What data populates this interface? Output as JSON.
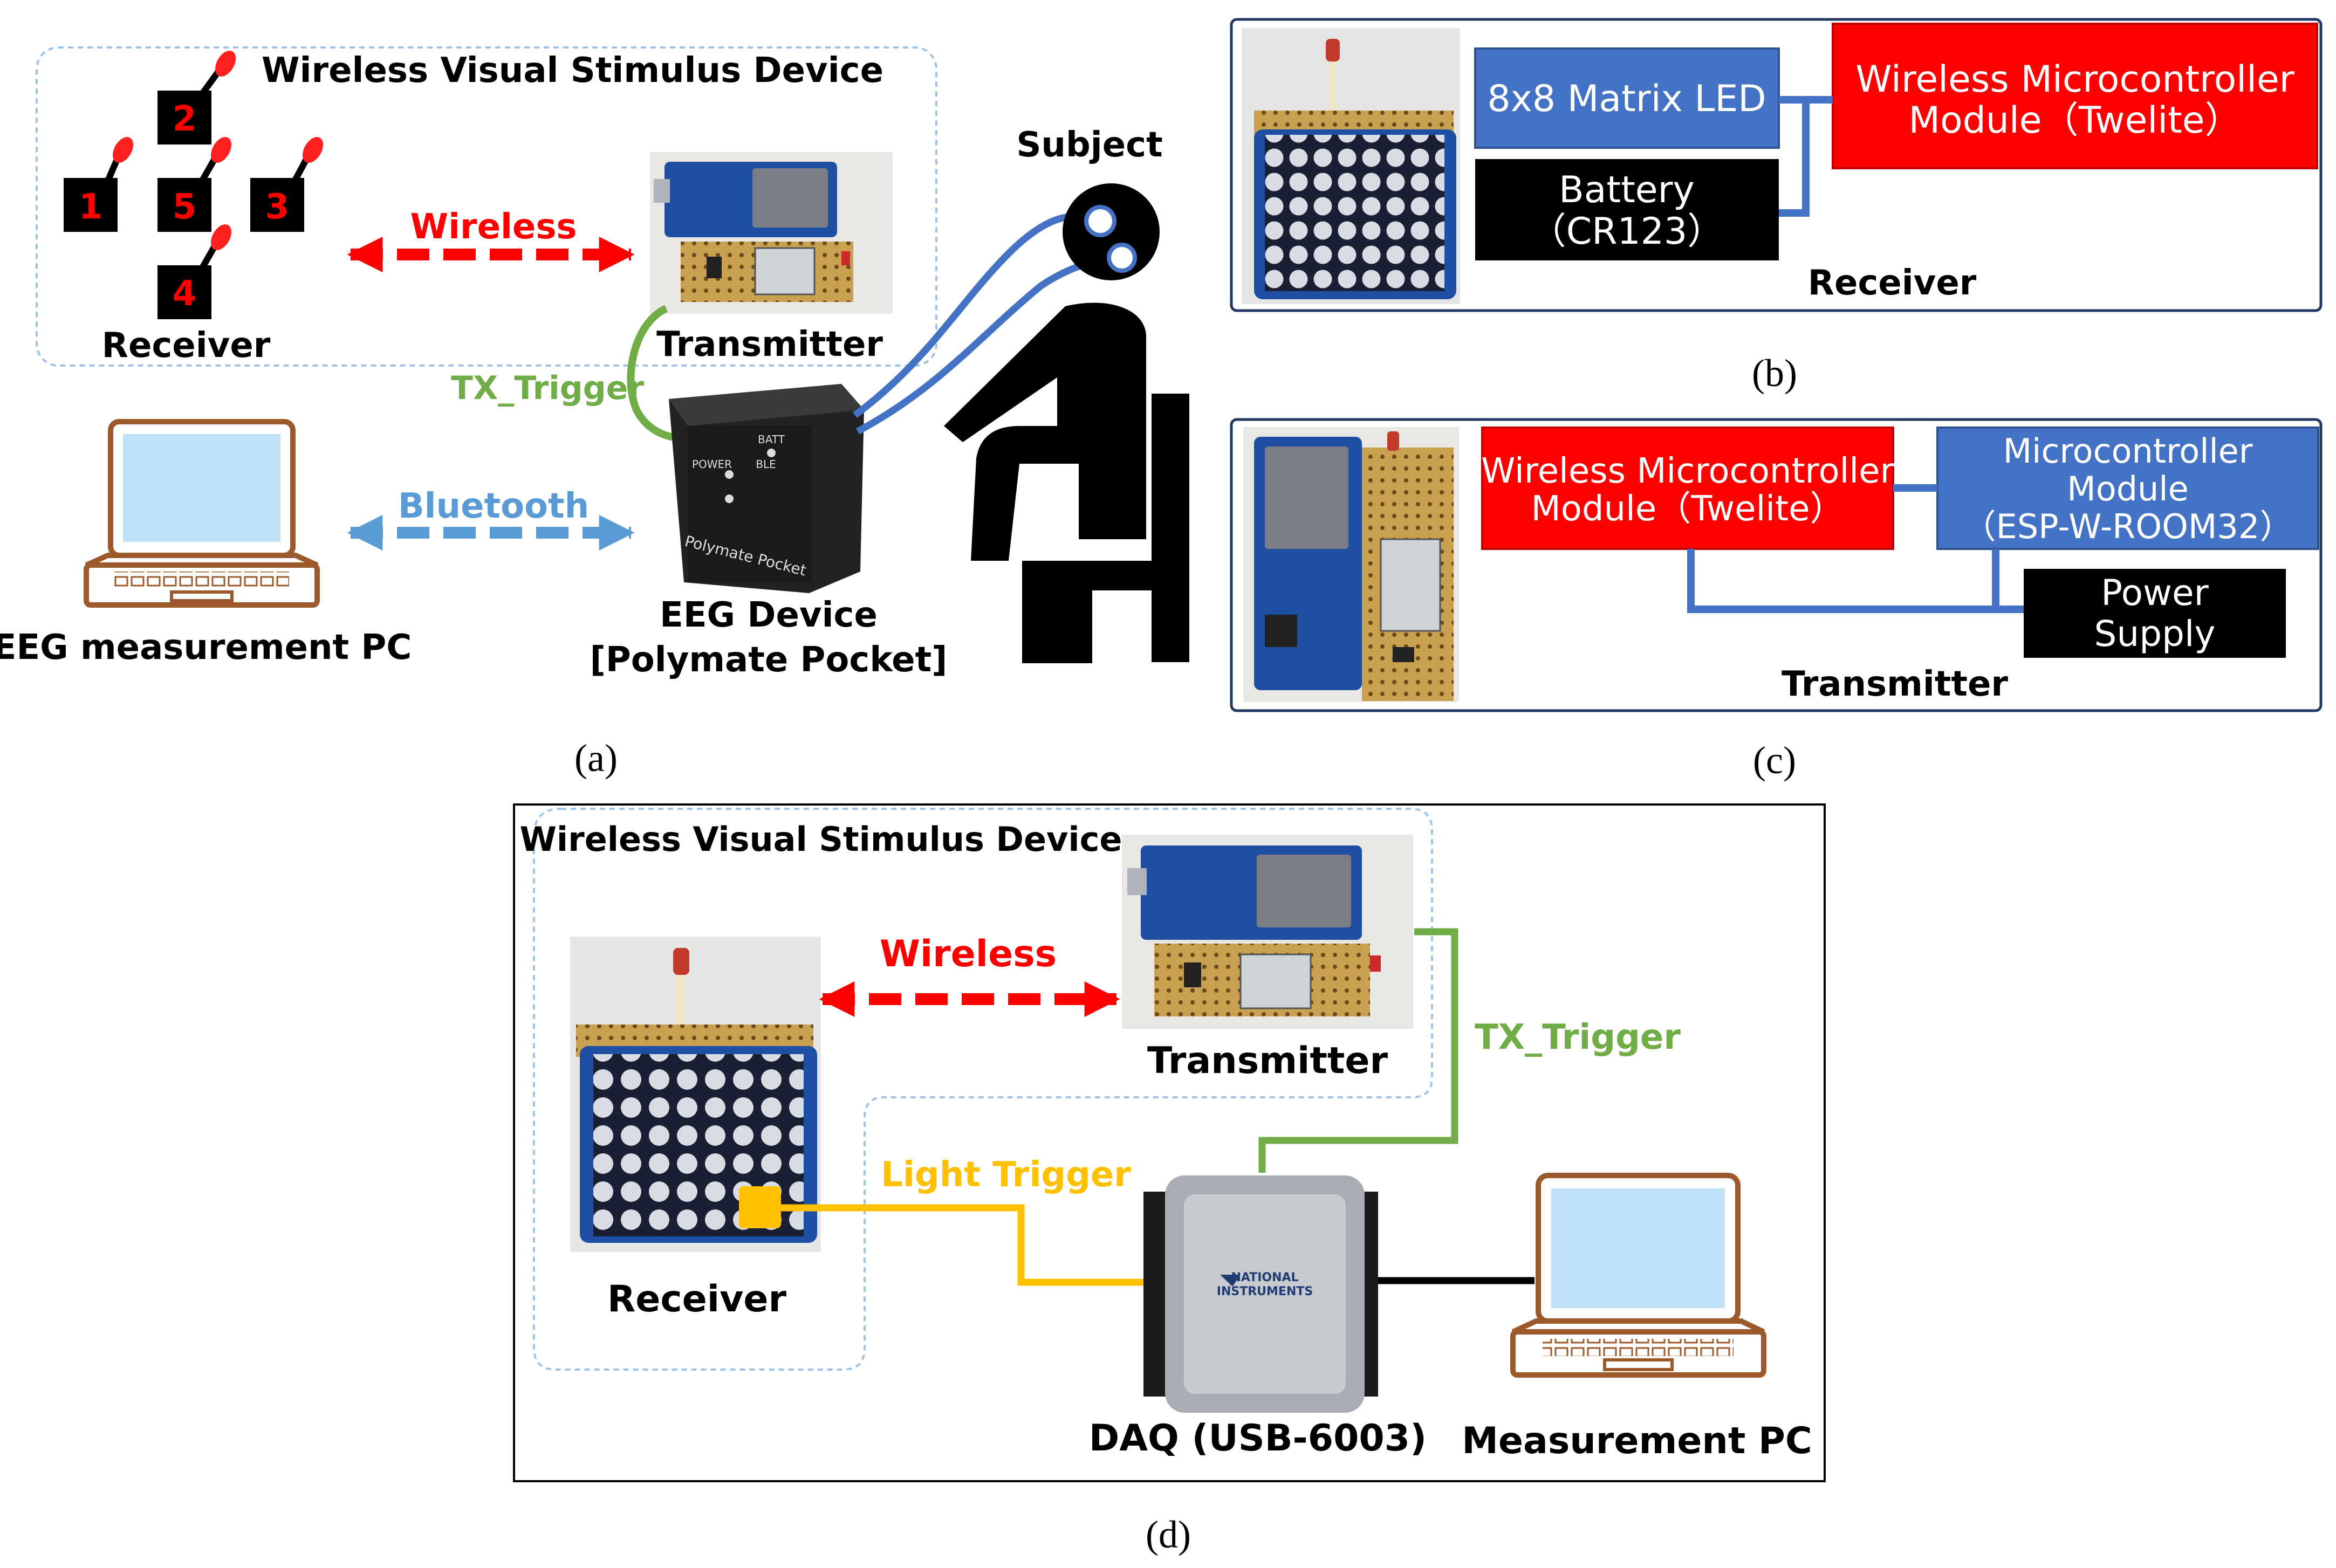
{
  "panel_a": {
    "caption": "(a)",
    "group_title": "Wireless Visual Stimulus Device",
    "receiver_numbers": [
      "2",
      "1",
      "5",
      "3",
      "4"
    ],
    "receiver_label": "Receiver",
    "wireless_label": "Wireless",
    "transmitter_label": "Transmitter",
    "subject_label": "Subject",
    "tx_trigger_label": "TX_Trigger",
    "bluetooth_label": "Bluetooth",
    "pc_label": "EEG measurement PC",
    "eeg_label_line1": "EEG Device",
    "eeg_label_line2": "[Polymate Pocket]",
    "eeg_device_print": "Polymate Pocket",
    "eeg_panel_marks": [
      "BATT",
      "POWER",
      "BLE"
    ]
  },
  "panel_b": {
    "caption": "(b)",
    "matrix_label": "8x8 Matrix LED",
    "wireless_module_line1": "Wireless Microcontroller",
    "wireless_module_line2": "Module（Twelite）",
    "battery_line1": "Battery",
    "battery_line2": "（CR123）",
    "receiver_label": "Receiver"
  },
  "panel_c": {
    "caption": "(c)",
    "wireless_module_line1": "Wireless Microcontroller",
    "wireless_module_line2": "Module（Twelite）",
    "mcu_line1": "Microcontroller",
    "mcu_line2": "Module",
    "mcu_line3": "（ESP-W-ROOM32）",
    "power_line1": "Power",
    "power_line2": "Supply",
    "transmitter_label": "Transmitter"
  },
  "panel_d": {
    "caption": "(d)",
    "group_title": "Wireless Visual Stimulus Device",
    "wireless_label": "Wireless",
    "transmitter_label": "Transmitter",
    "tx_trigger_label": "TX_Trigger",
    "light_trigger_label": "Light Trigger",
    "receiver_label": "Receiver",
    "daq_label": "DAQ (USB-6003)",
    "pc_label": "Measurement PC",
    "ni_logo_line1": "NATIONAL",
    "ni_logo_line2": "INSTRUMENTS"
  },
  "colors": {
    "wireless_red": "#ff0000",
    "bluetooth_blue": "#5b9bd5",
    "trigger_green": "#70ad47",
    "light_trigger_yellow": "#ffc000",
    "block_blue": "#4472c4",
    "block_red": "#ff0000",
    "block_black": "#000000",
    "group_border": "#9dc3e6"
  },
  "icons": [
    "laptop-icon",
    "seated-person-icon",
    "led-matrix-board",
    "microcontroller-board",
    "eeg-device",
    "daq-device"
  ]
}
